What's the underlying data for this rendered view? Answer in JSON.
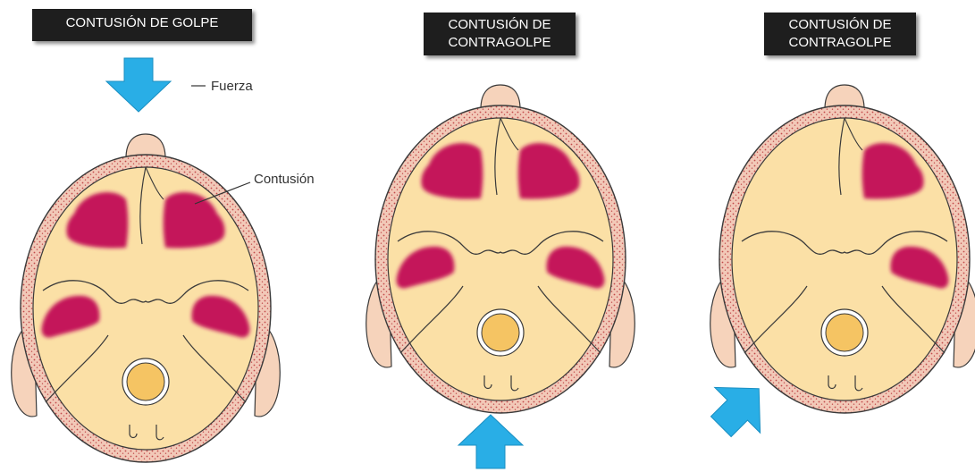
{
  "panels": [
    {
      "title": "CONTUSIÓN DE GOLPE"
    },
    {
      "title_line1": "CONTUSIÓN DE",
      "title_line2": "CONTRAGOLPE"
    },
    {
      "title_line1": "CONTUSIÓN DE",
      "title_line2": "CONTRAGOLPE"
    }
  ],
  "annotations": {
    "force": "Fuerza",
    "contusion": "Contusión"
  },
  "colors": {
    "force_arrow": "#29aee6",
    "skull_band": "#f2c9b8",
    "skull_dots": "#c24a4a",
    "brain": "#fbe0a6",
    "contusion": "#c4135a",
    "outline": "#3a3a3a"
  }
}
